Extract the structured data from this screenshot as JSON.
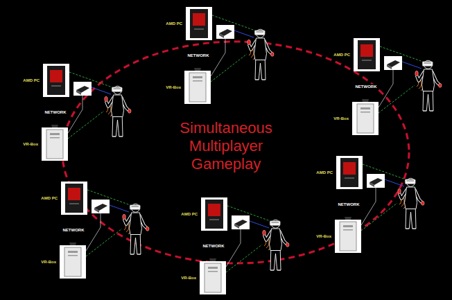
{
  "diagram": {
    "title": "Simultaneous Multiplayer Gameplay",
    "labels": [
      "AMD PC",
      "NETWORK",
      "VR-Box",
      "AMD PC",
      "NETWORK",
      "VR-Box",
      "AMD PC",
      "NETWORK",
      "VR-Box",
      "AMD PC",
      "NETWORK",
      "VR-Box",
      "AMD PC",
      "NETWORK",
      "VR-Box",
      "AMD PC",
      "NETWORK",
      "VR-Box"
    ]
  }
}
